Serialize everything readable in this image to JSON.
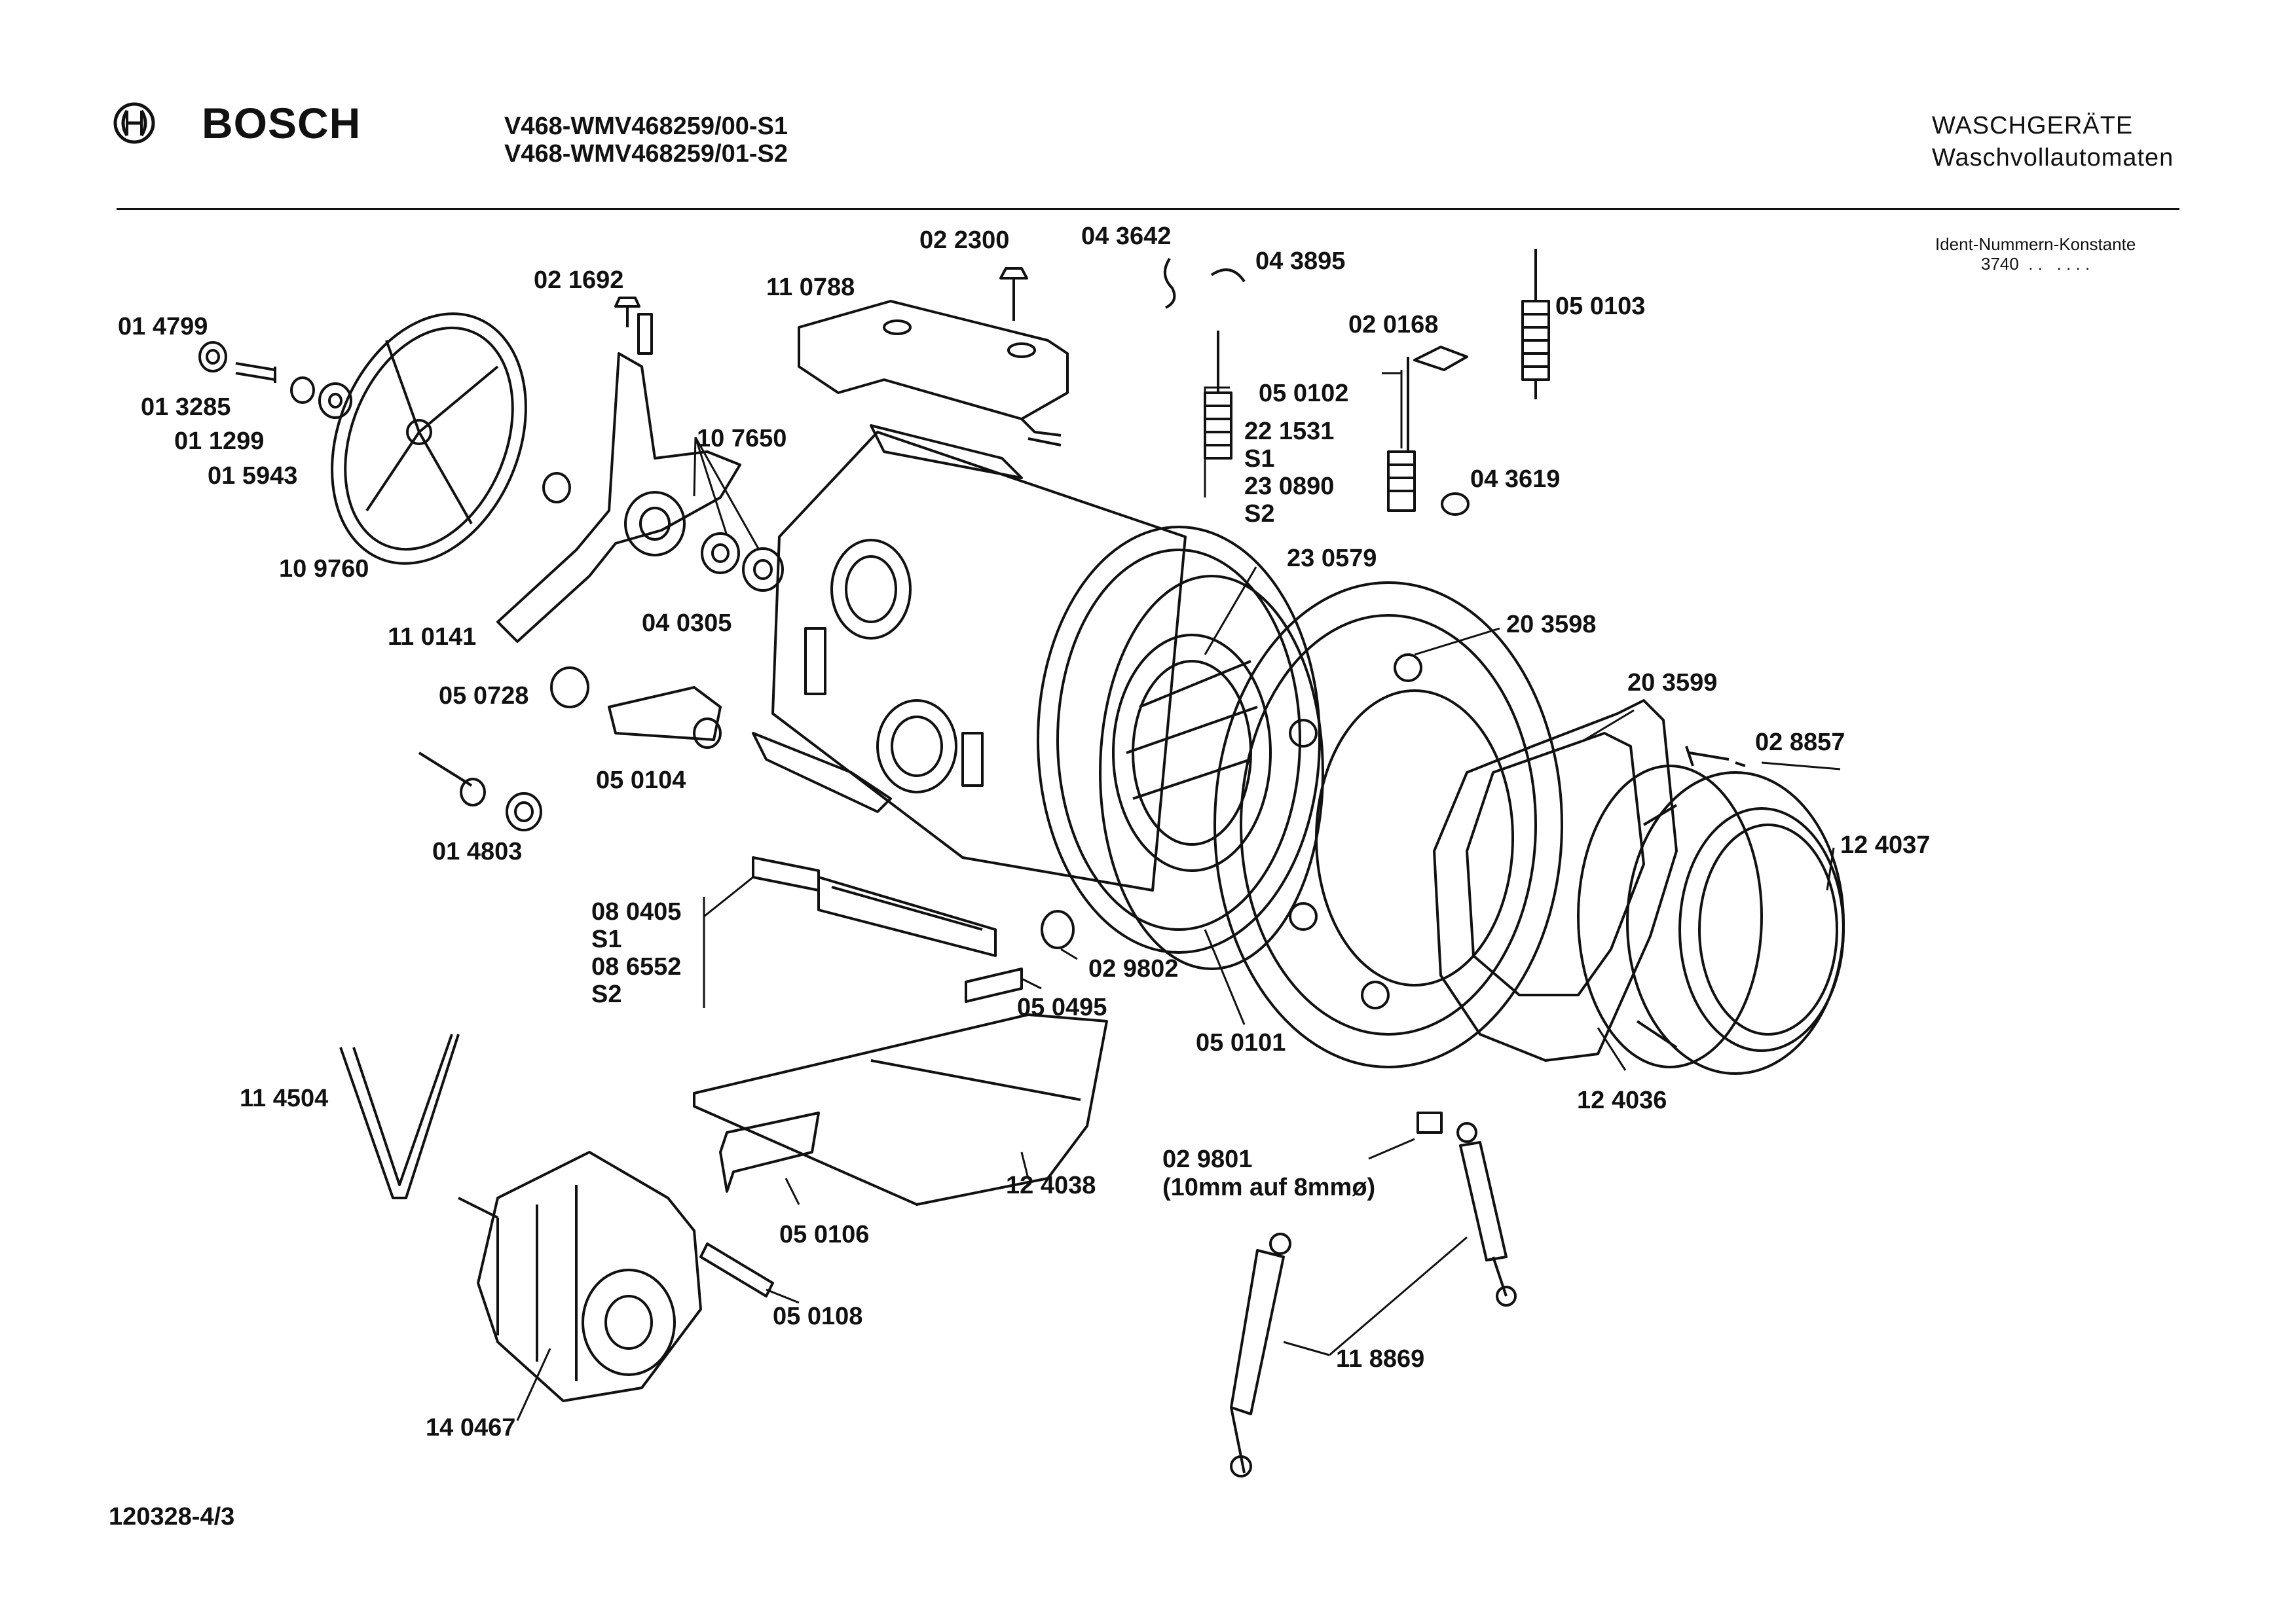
{
  "header": {
    "brand": "BOSCH",
    "model_line_1": "V468-WMV468259/00-S1",
    "model_line_2": "V468-WMV468259/01-S2",
    "category_line_1": "WASCHGERÄTE",
    "category_line_2": "Waschvollautomaten",
    "ident_label": "Ident-Nummern-Konstante",
    "ident_value": "3740  . .   . . . ."
  },
  "parts": {
    "p014799": "01 4799",
    "p013285": "01 3285",
    "p011299": "01 1299",
    "p015943": "01 5943",
    "p109760": "10 9760",
    "p021692": "02 1692",
    "p110141": "11 0141",
    "p107650": "10 7650",
    "p040305": "04 0305",
    "p110788": "11 0788",
    "p022300": "02 2300",
    "p043642": "04 3642",
    "p043895": "04 3895",
    "p050103": "05 0103",
    "p020168": "02 0168",
    "p050102": "05 0102",
    "p221531": "22 1531",
    "s1a": "S1",
    "p230890": "23 0890",
    "s2a": "S2",
    "p043619": "04 3619",
    "p230579": "23 0579",
    "p203598": "20 3598",
    "p203599": "20 3599",
    "p028857": "02 8857",
    "p124037": "12 4037",
    "p050728": "05 0728",
    "p050104": "05 0104",
    "p014803": "01 4803",
    "p080405": "08 0405",
    "s1b": "S1",
    "p086552": "08 6552",
    "s2b": "S2",
    "p029802": "02 9802",
    "p050495": "05 0495",
    "p050101": "05 0101",
    "p124036": "12 4036",
    "p114504": "11 4504",
    "p124038": "12 4038",
    "p050106": "05 0106",
    "p050108": "05 0108",
    "p029801": "02 9801",
    "p029801_note": "(10mm auf 8mmø)",
    "p118869": "11 8869",
    "p140467": "14 0467"
  },
  "footer": {
    "doc_number": "120328-4/3"
  }
}
